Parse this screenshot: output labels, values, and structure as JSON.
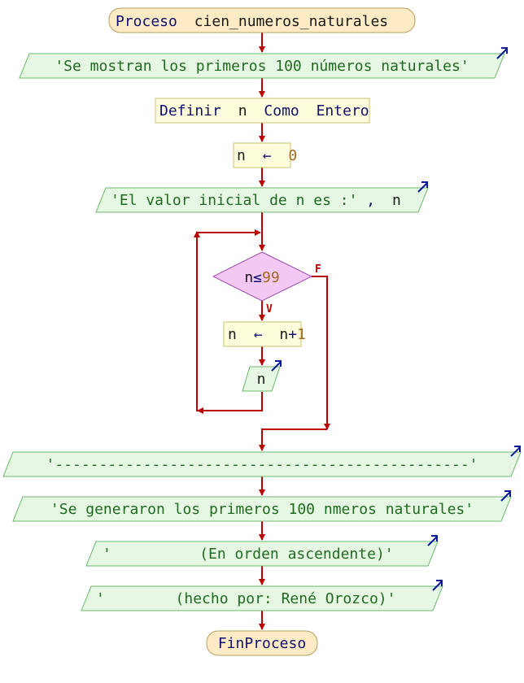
{
  "diagram": {
    "start": {
      "keyword": "Proceso",
      "name": "cien_numeros_naturales"
    },
    "write_intro": "'Se mostran los primeros 100 números naturales'",
    "define": {
      "kw1": "Definir",
      "var": "n",
      "kw2": "Como",
      "type": "Entero"
    },
    "assign_init": {
      "var": "n",
      "arrow": "←",
      "value": "0"
    },
    "write_initial": {
      "string": "'El valor inicial de n es :'",
      "sep": ",",
      "var": "n"
    },
    "condition": {
      "var": "n",
      "op": "≤",
      "value": "99"
    },
    "true_label": "V",
    "false_label": "F",
    "increment": {
      "var": "n",
      "arrow": "←",
      "var2": "n",
      "op": "+",
      "value": "1"
    },
    "write_loop": {
      "var": "n"
    },
    "write_separator": "'-----------------------------------------------'",
    "write_generated": "'Se generaron los primeros 100 nmeros naturales'",
    "write_order": "'          (En orden ascendente)'",
    "write_author": "'        (hecho por: René Orozco)'",
    "end": {
      "keyword": "FinProceso"
    }
  }
}
